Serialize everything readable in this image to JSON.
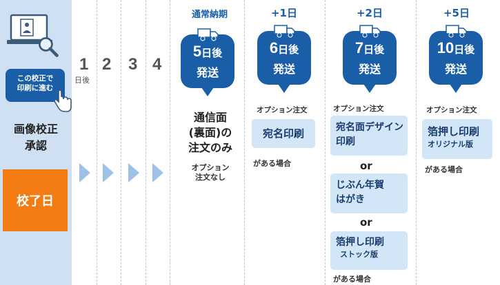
{
  "left": {
    "proof_button_line1": "この校正で",
    "proof_button_line2": "印刷に進む",
    "approval_line1": "画像校正",
    "approval_line2": "承認",
    "done_label": "校了日"
  },
  "days": {
    "d1": "1",
    "d1_sub": "日後",
    "d2": "2",
    "d3": "3",
    "d4": "4"
  },
  "columns": [
    {
      "head": "通常納期",
      "badge_num": "5",
      "badge_unit": "日後",
      "badge_ship": "発送",
      "main_lines": [
        "通信面",
        "(裏面)の",
        "注文のみ"
      ],
      "sub_lines": [
        "オプション",
        "注文なし"
      ]
    },
    {
      "head": "+1日",
      "badge_num": "6",
      "badge_unit": "日後",
      "badge_ship": "発送",
      "tag": "オプション注文",
      "box": "宛名印刷",
      "note": "がある場合"
    },
    {
      "head": "+2日",
      "badge_num": "7",
      "badge_unit": "日後",
      "badge_ship": "発送",
      "tag": "オプション注文",
      "box1_lines": [
        "宛名面デザイン",
        "印刷"
      ],
      "or1": "or",
      "box2_lines": [
        "じぶん年賀",
        "はがき"
      ],
      "or2": "or",
      "box3_main": "箔押し印刷",
      "box3_sub": "ストック版",
      "note": "がある場合"
    },
    {
      "head": "+5日",
      "badge_num": "10",
      "badge_unit": "日後",
      "badge_ship": "発送",
      "tag": "オプション注文",
      "box_main": "箔押し印刷",
      "box_sub": "オリジナル版",
      "note": "がある場合"
    }
  ],
  "icons": [
    "monitor-proof-icon",
    "magnifier-icon",
    "pointing-hand-icon",
    "truck-icon",
    "arrow-right-icon"
  ],
  "colors": {
    "brand_blue": "#1a5ea8",
    "panel_blue": "#cfe0f2",
    "orange": "#f37d14",
    "box_blue": "#d3e6f8",
    "arrow_blue": "#9ec1e8"
  }
}
